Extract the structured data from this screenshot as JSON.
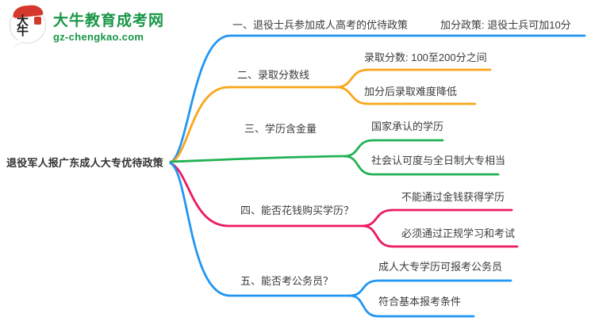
{
  "brand": {
    "icon_text": "大牛",
    "name": "大牛教育成考网",
    "domain": "gz-chengkao.com",
    "brand_color": "#179646",
    "seal_color": "#cf3a2b"
  },
  "root": {
    "label": "退役军人报广东成人大专优待政策"
  },
  "branches": [
    {
      "label": "一、退役士兵参加成人高考的优待政策",
      "color": "#2196F3",
      "children": [
        {
          "label": "加分政策: 退役士兵可加10分"
        }
      ]
    },
    {
      "label": "二、录取分数线",
      "color": "#F9A61A",
      "children": [
        {
          "label": "录取分数: 100至200分之间"
        },
        {
          "label": "加分后录取难度降低"
        }
      ]
    },
    {
      "label": "三、学历含金量",
      "color": "#22B254",
      "children": [
        {
          "label": "国家承认的学历"
        },
        {
          "label": "社会认可度与全日制大专相当"
        }
      ]
    },
    {
      "label": "四、能否花钱购买学历？",
      "color": "#EC1A63",
      "children": [
        {
          "label": "不能通过金钱获得学历"
        },
        {
          "label": "必须通过正规学习和考试"
        }
      ]
    },
    {
      "label": "五、能否考公务员？",
      "color": "#2196F3",
      "children": [
        {
          "label": "成人大专学历可报考公务员"
        },
        {
          "label": "符合基本报考条件"
        }
      ]
    }
  ]
}
